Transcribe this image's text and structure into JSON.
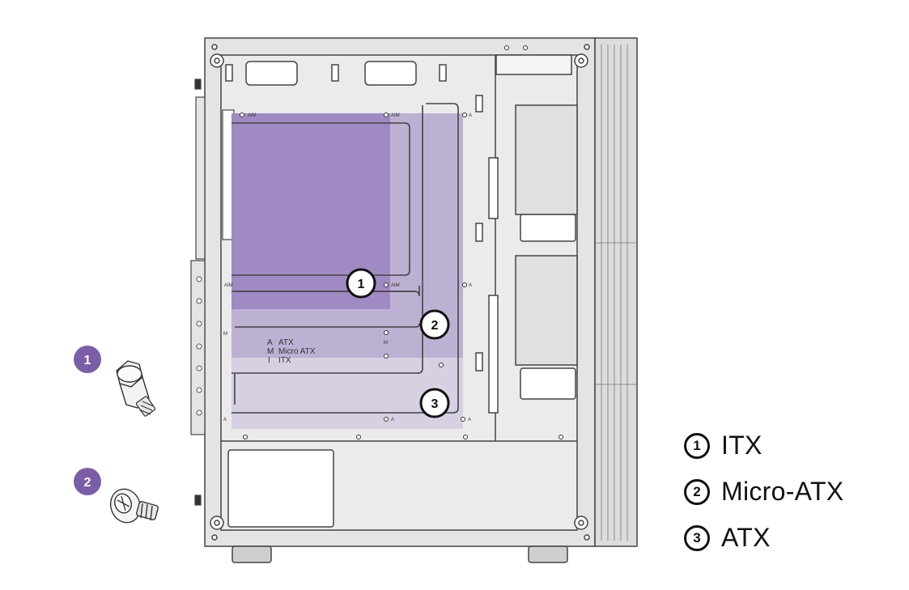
{
  "colors": {
    "accent_purple": "#7b5ea7",
    "overlay_itx": "#9b84c0",
    "overlay_matx": "#b9acd0",
    "overlay_atx": "#d2cbe0",
    "case_fill": "#e4e4e4",
    "line": "#444444"
  },
  "callouts": [
    {
      "num": "1",
      "label": "ITX"
    },
    {
      "num": "2",
      "label": "Micro-ATX"
    },
    {
      "num": "3",
      "label": "ATX"
    }
  ],
  "panel_key": [
    {
      "code": "A",
      "text": "ATX"
    },
    {
      "code": "M",
      "text": "Micro  ATX"
    },
    {
      "code": "I",
      "text": "ITX"
    }
  ],
  "hole_labels": {
    "aim": "AIM",
    "a": "A",
    "m": "M"
  },
  "screws": [
    {
      "num": "1",
      "icon": "standoff-screw-icon"
    },
    {
      "num": "2",
      "icon": "phillips-screw-icon"
    }
  ]
}
